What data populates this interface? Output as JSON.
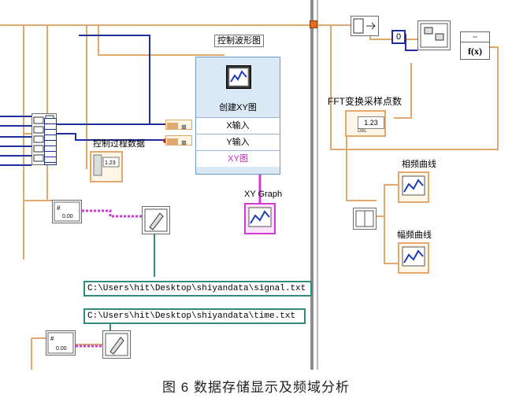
{
  "labels": {
    "control_waveform": "控制波形图",
    "control_process": "控制过程数据",
    "xy_graph": "XY Graph",
    "fft_points": "FFT变换采样点数",
    "phase_curve": "相频曲线",
    "amp_curve": "幅频曲线"
  },
  "bundle": {
    "title": "创建XY图",
    "x_input": "X输入",
    "y_input": "Y输入",
    "xy_out": "XY图"
  },
  "constants": {
    "zero": "0",
    "numeric": "1.23",
    "dbl": "DBL"
  },
  "formula_node": {
    "label": "f(x)"
  },
  "paths": {
    "signal": "C:\\Users\\hit\\Desktop\\shiyandata\\signal.txt",
    "time": "C:\\Users\\hit\\Desktop\\shiyandata\\time.txt"
  },
  "caption": "图 6    数据存储显示及频域分析",
  "colors": {
    "orange_wire": "#e1a96e",
    "blue_wire": "#1f2f9e",
    "pink_wire": "#d23bd2",
    "teal_wire": "#2f8b7b",
    "bundle_bg": "#dbe9f6"
  }
}
